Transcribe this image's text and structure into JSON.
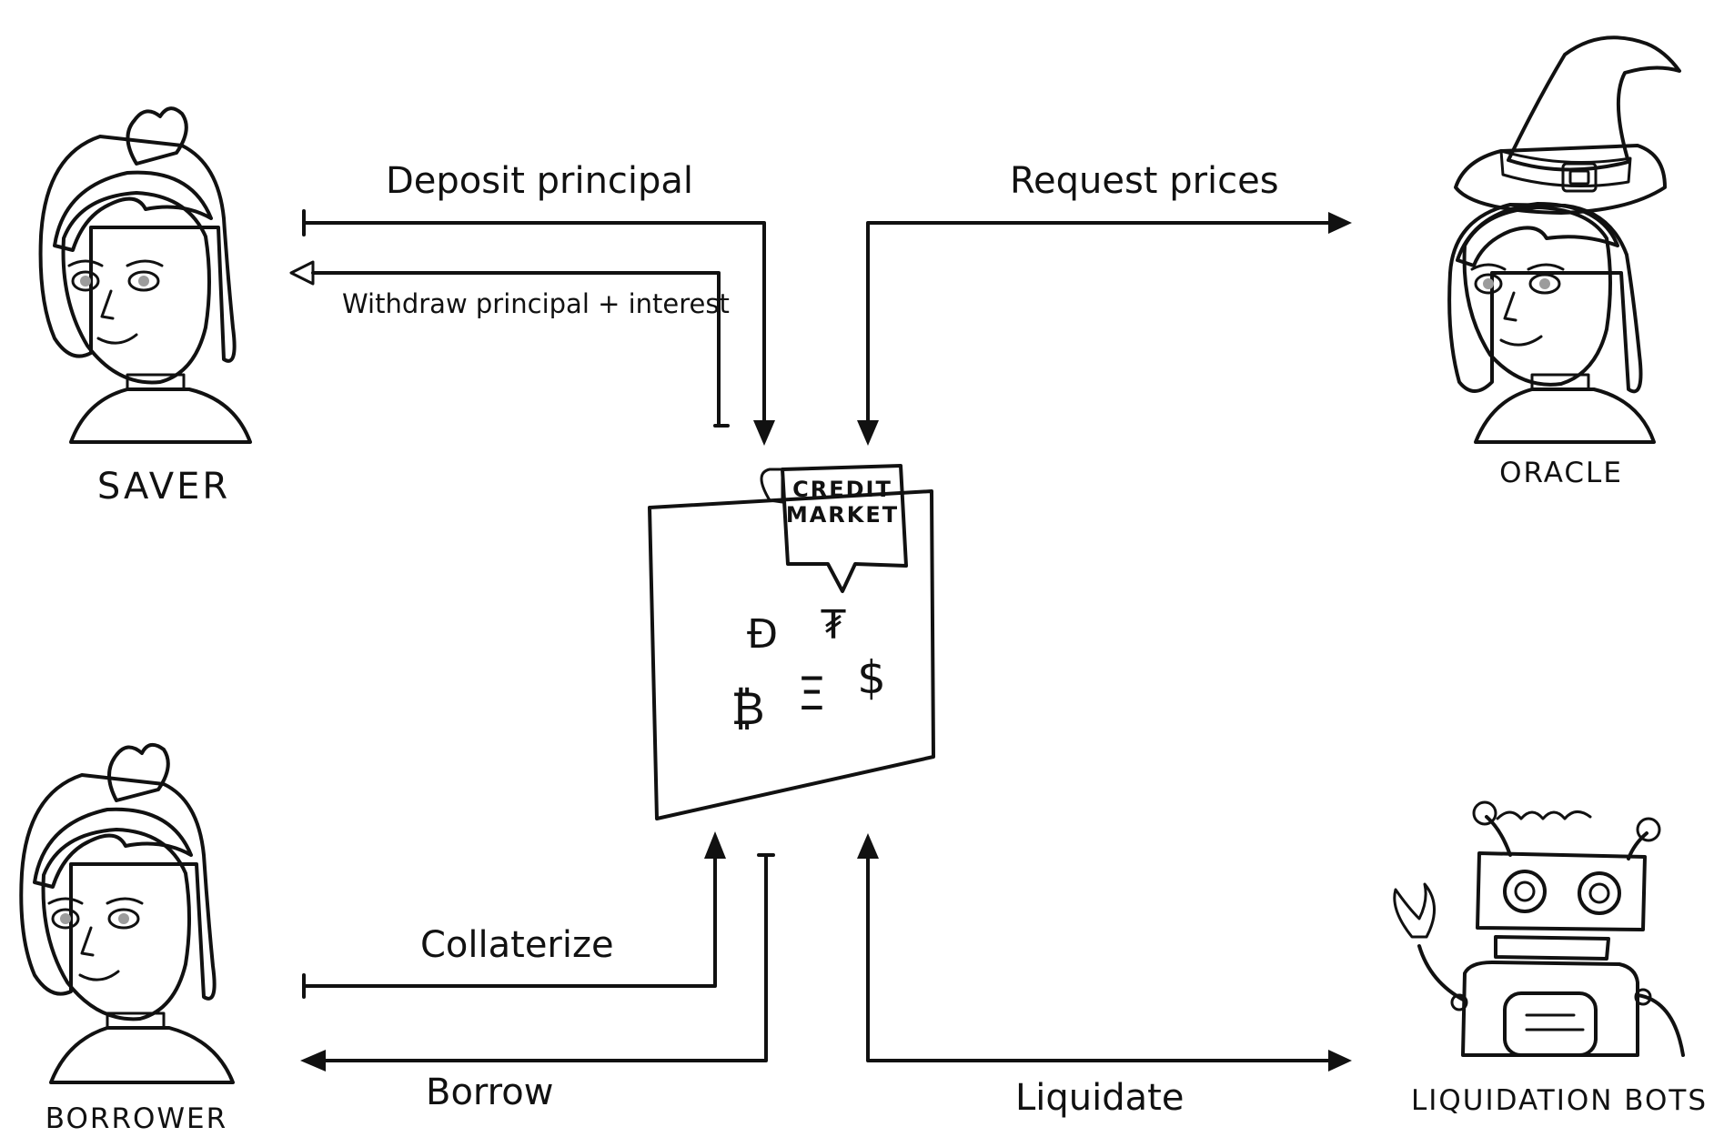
{
  "actors": {
    "saver": {
      "name": "SAVER"
    },
    "oracle": {
      "name": "ORACLE"
    },
    "borrower": {
      "name": "BORROWER"
    },
    "bots": {
      "name": "LIQUIDATION BOTS"
    }
  },
  "market": {
    "tag_line1": "CREDIT",
    "tag_line2": "MARKET",
    "symbols": [
      "Ð",
      "₮",
      "₿",
      "Ξ",
      "$"
    ]
  },
  "flows": {
    "deposit": "Deposit principal",
    "withdraw": "Withdraw principal + interest",
    "request": "Request prices",
    "collateralize": "Collaterize",
    "borrow": "Borrow",
    "liquidate": "Liquidate"
  },
  "colors": {
    "saver_hair": "#9fdccd",
    "oracle_hair": "#95ddee",
    "borrower_hair": "#dc9a9a",
    "skin": "#fdf3e6",
    "shirt": "#6e6e6e",
    "hat": "#a9a9a9",
    "robot_body": "#c8d8ea",
    "robot_screen": "#b6d4f0",
    "robot_dots": "#f2a0a0",
    "tag": "#9fdccd",
    "paper": "#fdfaf1"
  }
}
